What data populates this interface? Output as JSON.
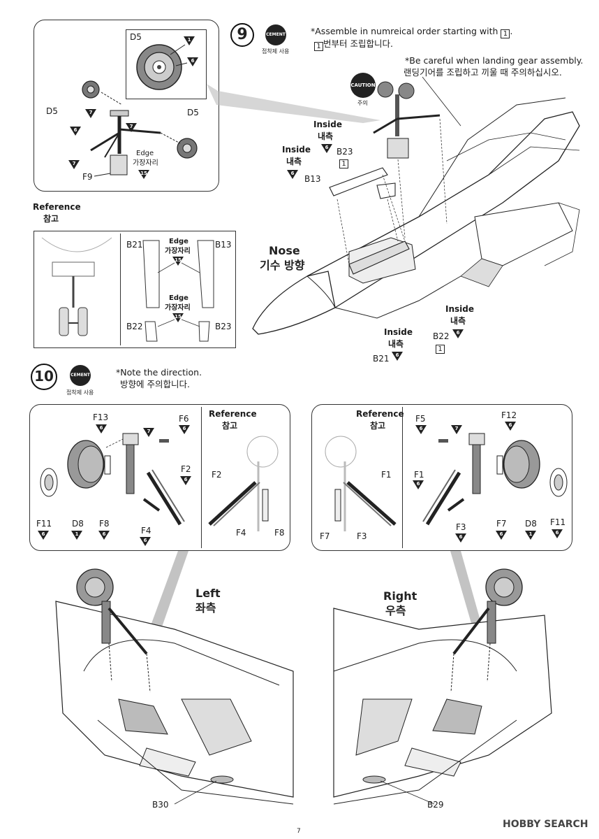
{
  "step9": {
    "number": "9",
    "cement_label": "CEMENT",
    "cement_sub": "접착제 사용",
    "note_en": "*Assemble in numreical order starting with",
    "note_ko": "번부터 조립합니다.",
    "caution_en": "*Be careful when landing gear assembly.",
    "caution_ko": "랜딩기어를 조립하고 끼울 때 주의하십시오.",
    "caution_badge": "CAUTION",
    "caution_sub": "주의",
    "nose_en": "Nose",
    "nose_ko": "기수 방향",
    "order_mark": "1",
    "inset": {
      "d5_top": "D5",
      "d5_left": "D5",
      "d5_right": "D5",
      "f9": "F9",
      "edge_en": "Edge",
      "edge_ko": "가장자리",
      "tri_1": "1",
      "tri_6": "6",
      "tri_7": "7",
      "tri_15": "15"
    },
    "reference_en": "Reference",
    "reference_ko": "참고",
    "ref_parts": {
      "b21": "B21",
      "b13": "B13",
      "b22": "B22",
      "b23": "B23",
      "edge_en": "Edge",
      "edge_ko": "가장자리",
      "tri_15": "15"
    },
    "inside_en": "Inside",
    "inside_ko": "내측",
    "labels": {
      "b23": "B23",
      "b13": "B13",
      "b21": "B21",
      "b22": "B22",
      "tri_6": "6",
      "box_1": "1"
    }
  },
  "step10": {
    "number": "10",
    "cement_label": "CEMENT",
    "cement_sub": "접착제 사용",
    "note_en": "*Note the direction.",
    "note_ko": "방향에 주의합니다.",
    "left_panel": {
      "f13": "F13",
      "f6": "F6",
      "f2": "F2",
      "f11": "F11",
      "d8": "D8",
      "f8": "F8",
      "f4": "F4",
      "tri_6": "6",
      "tri_7": "7",
      "tri_1": "1"
    },
    "left_ref": {
      "title_en": "Reference",
      "title_ko": "참고",
      "f2": "F2",
      "f4": "F4",
      "f8": "F8"
    },
    "right_ref": {
      "title_en": "Reference",
      "title_ko": "참고",
      "f1": "F1",
      "f7": "F7",
      "f3": "F3"
    },
    "right_panel": {
      "f5": "F5",
      "f12": "F12",
      "f1": "F1",
      "f3": "F3",
      "f7": "F7",
      "d8": "D8",
      "f11": "F11",
      "tri_6": "6",
      "tri_7": "7",
      "tri_1": "1"
    },
    "left_en": "Left",
    "left_ko": "좌측",
    "right_en": "Right",
    "right_ko": "우측",
    "b30": "B30",
    "b29": "B29"
  },
  "page_number": "7",
  "watermark": "HOBBY SEARCH"
}
